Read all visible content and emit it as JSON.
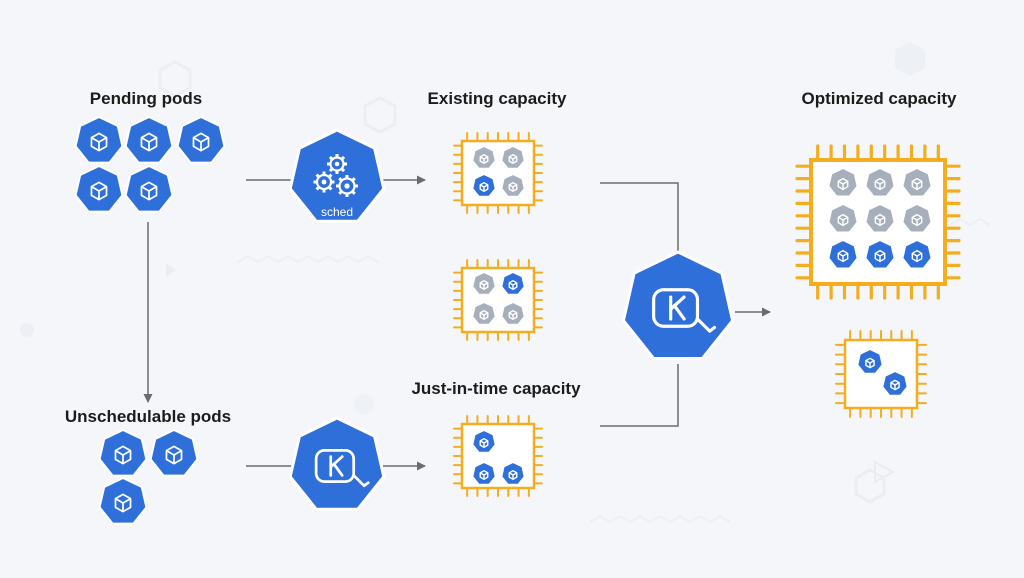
{
  "labels": {
    "pending": "Pending pods",
    "existing": "Existing capacity",
    "optimized": "Optimized capacity",
    "unschedulable": "Unschedulable pods",
    "just_in_time": "Just-in-time capacity"
  },
  "scheduler": {
    "text": "sched"
  },
  "colors": {
    "pod_blue": "#2f6fd9",
    "pod_gray": "#a7afbd",
    "node_orange": "#f3ad1e",
    "arrow": "#6b6b6b",
    "background": "#f5f6f9"
  },
  "icons": {
    "pod": "cube-icon",
    "scheduler": "gears-icon",
    "karpenter": "karpenter-k-icon"
  }
}
